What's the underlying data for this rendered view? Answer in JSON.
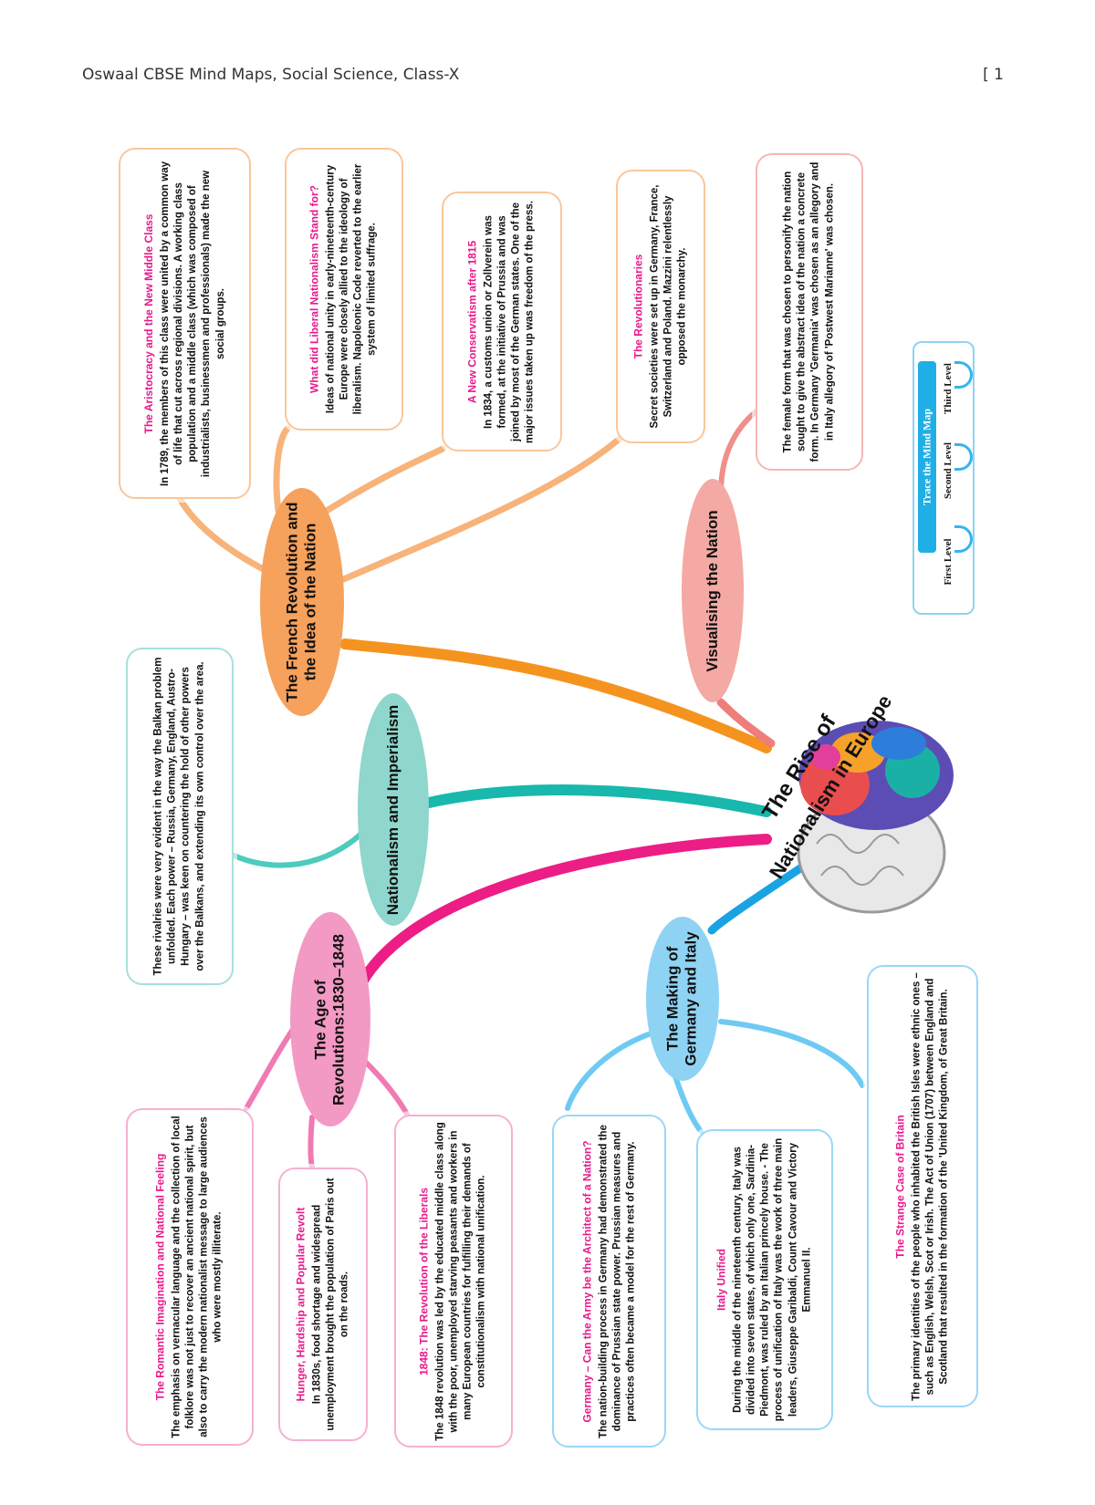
{
  "header": {
    "title": "Oswaal CBSE Mind Maps, Social Science, Class-X",
    "page_number": "[ 1"
  },
  "center": {
    "line1": "The Rise of",
    "line2": "Nationalism in Europe"
  },
  "legend": {
    "title": "Trace the Mind Map",
    "levels": [
      "First Level",
      "Second Level",
      "Third Level"
    ]
  },
  "nodes": {
    "french_revolution": {
      "line1": "The French Revolution and",
      "line2": "the Idea of the Nation",
      "color": "#f6a15c"
    },
    "visualising": {
      "line1": "Visualising the Nation",
      "line2": "",
      "color": "#f4a9a4"
    },
    "nationalism_imperialism": {
      "line1": "Nationalism and Imperialism",
      "line2": "",
      "color": "#8fd6cc"
    },
    "age_revolutions": {
      "line1": "The Age of",
      "line2": "Revolutions:1830–1848",
      "color": "#f39ac4"
    },
    "making_germany_italy": {
      "line1": "The Making of",
      "line2": "Germany and Italy",
      "color": "#8fd3f4"
    }
  },
  "boxes": {
    "aristocracy": {
      "heading": "The Aristocracy and the New Middle Class",
      "text": "In 1789, the members of this class were united by a common way of life that cut across regional divisions. A working class population and a middle class (which was composed of industrialists, businessmen and professionals) made the new social groups."
    },
    "liberal_nationalism": {
      "heading": "What did Liberal Nationalism Stand for?",
      "text": "Ideas of national unity in early-nineteenth-century Europe were closely allied to the ideology of liberalism. Napoleonic Code reverted to the earlier system of limited suffrage."
    },
    "new_conservatism": {
      "heading": "A New Conservatism after 1815",
      "text": "In 1834, a customs union or Zollverein was formed, at the initiative of Prussia and was joined by most of the German states. One of the major issues taken up was freedom of the press."
    },
    "revolutionaries": {
      "heading": "The Revolutionaries",
      "text": "Secret societies were set up in Germany, France, Switzerland and Poland. Mazzini relentlessly opposed the monarchy."
    },
    "female_form": {
      "heading": "",
      "text": "The female form that was chosen to personify the nation sought to give the abstract idea of the nation a concrete form. In Germany 'Germania' was chosen as an allegory and in Italy allegory of 'Postwest Marianne' was chosen."
    },
    "rivalries": {
      "heading": "",
      "text": "These rivalries were very evident in the way the Balkan problem unfolded. Each power – Russia, Germany, England, Austro-Hungary – was keen on countering the hold of other powers over the Balkans, and extending its own control over the area."
    },
    "romantic": {
      "heading": "The Romantic Imagination and National Feeling",
      "text": "The emphasis on vernacular language and the collection of local folklore was not just to recover an ancient national spirit, but also to carry the modern nationalist message to large audiences who were mostly illiterate."
    },
    "hunger": {
      "heading": "Hunger, Hardship and Popular Revolt",
      "text": "In 1830s, food shortage and widespread unemployment brought the population of Paris out on the roads."
    },
    "revolution_liberals": {
      "heading": "1848: The Revolution of the Liberals",
      "text": "The 1848 revolution was led by the educated middle class along with the poor, unemployed starving peasants and workers in many European countries for fulfilling their demands of constitutionalism with national unification."
    },
    "germany_army": {
      "heading": "Germany – Can the Army be the Architect of a Nation?",
      "text": "The nation-building process in Germany had demonstrated the dominance of Prussian state power. Prussian measures and practices often became a model for the rest of Germany."
    },
    "italy_unified": {
      "heading": "Italy Unified",
      "text": "During the middle of the nineteenth century, Italy was divided into seven states, of which only one, Sardinia- Piedmont, was ruled by an Italian princely house. - The process of unification of Italy was the work of three main leaders, Giuseppe Garibaldi, Count Cavour and Victory Emmanuel II."
    },
    "britain": {
      "heading": "The Strange Case of Britain",
      "text": "The primary identities of the people who inhabited the British Isles were ethnic ones – such as English, Welsh, Scot or Irish. The Act of Union (1707) between England and Scotland that resulted in the formation of the 'United Kingdom, of Great Britain."
    }
  },
  "colors": {
    "orange": "#f5a05a",
    "salmon": "#f08c84",
    "teal": "#2fc0b4",
    "pink": "#ec1e86",
    "blue": "#24aee8",
    "heading_pink": "#e8198b"
  }
}
